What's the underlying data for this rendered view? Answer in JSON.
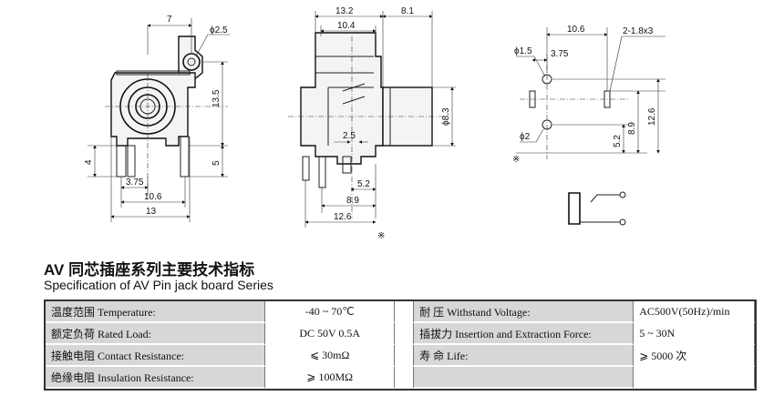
{
  "dimensions": {
    "front": {
      "d7": "7",
      "phi25": "ϕ2.5",
      "d135": "13.5",
      "d5": "5",
      "d4": "4",
      "d375": "3.75",
      "d106": "10.6",
      "d13": "13"
    },
    "side": {
      "d132": "13.2",
      "d81": "8.1",
      "d104": "10.4",
      "phi83": "ϕ8.3",
      "d25": "2.5",
      "d52": "5.2",
      "d89": "8.9",
      "d126": "12.6",
      "mark": "※"
    },
    "pcb": {
      "d106": "10.6",
      "holes": "2-1.8x3",
      "phi15": "ϕ1.5",
      "d375": "3.75",
      "d126": "12.6",
      "d89": "8.9",
      "d52": "5.2",
      "phi2": "ϕ2",
      "mark": "※"
    }
  },
  "title_cn": "AV 同芯插座系列主要技术指标",
  "title_en": "Specification of AV Pin jack board Series",
  "spec_rows": [
    {
      "left_label": "温度范围 Temperature:",
      "left_value": "-40 ~ 70℃",
      "right_label": "耐   压 Withstand Voltage:",
      "right_value": "AC500V(50Hz)/min"
    },
    {
      "left_label": "额定负荷 Rated Load:",
      "left_value": "DC  50V  0.5A",
      "right_label": "插拔力 Insertion and Extraction Force:",
      "right_value": "5 ~ 30N"
    },
    {
      "left_label": "接触电阻 Contact  Resistance:",
      "left_value": "⩽ 30mΩ",
      "right_label": "寿   命 Life:",
      "right_value": "⩾ 5000 次"
    },
    {
      "left_label": "绝缘电阻 Insulation  Resistance:",
      "left_value": "⩾ 100MΩ",
      "right_label": "",
      "right_value": ""
    }
  ]
}
